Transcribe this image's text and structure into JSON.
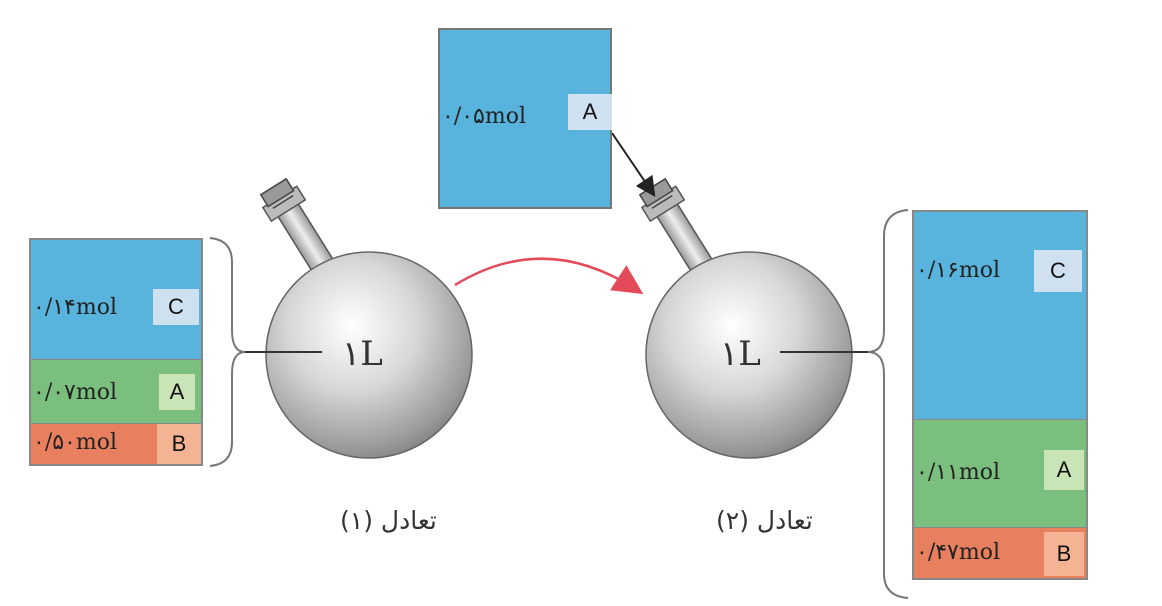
{
  "colors": {
    "blue": "#58b4dc",
    "green": "#7bbf7e",
    "orange": "#e8805f",
    "tag_blue": "#cfe0f1",
    "tag_green": "#c9e4b6",
    "tag_orange": "#f4b393",
    "arrow_red": "#e34a5a"
  },
  "added_box": {
    "amount": "۰/۰۵mol",
    "tag": "A"
  },
  "eq1": {
    "caption": "تعادل (۱)",
    "volume": "۱L",
    "rows": [
      {
        "amount": "۰/۱۴mol",
        "tag": "C"
      },
      {
        "amount": "۰/۰۷mol",
        "tag": "A"
      },
      {
        "amount": "۰/۵۰mol",
        "tag": "B"
      }
    ]
  },
  "eq2": {
    "caption": "تعادل (۲)",
    "volume": "۱L",
    "rows": [
      {
        "amount": "۰/۱۶mol",
        "tag": "C"
      },
      {
        "amount": "۰/۱۱mol",
        "tag": "A"
      },
      {
        "amount": "۰/۴۷mol",
        "tag": "B"
      }
    ]
  }
}
